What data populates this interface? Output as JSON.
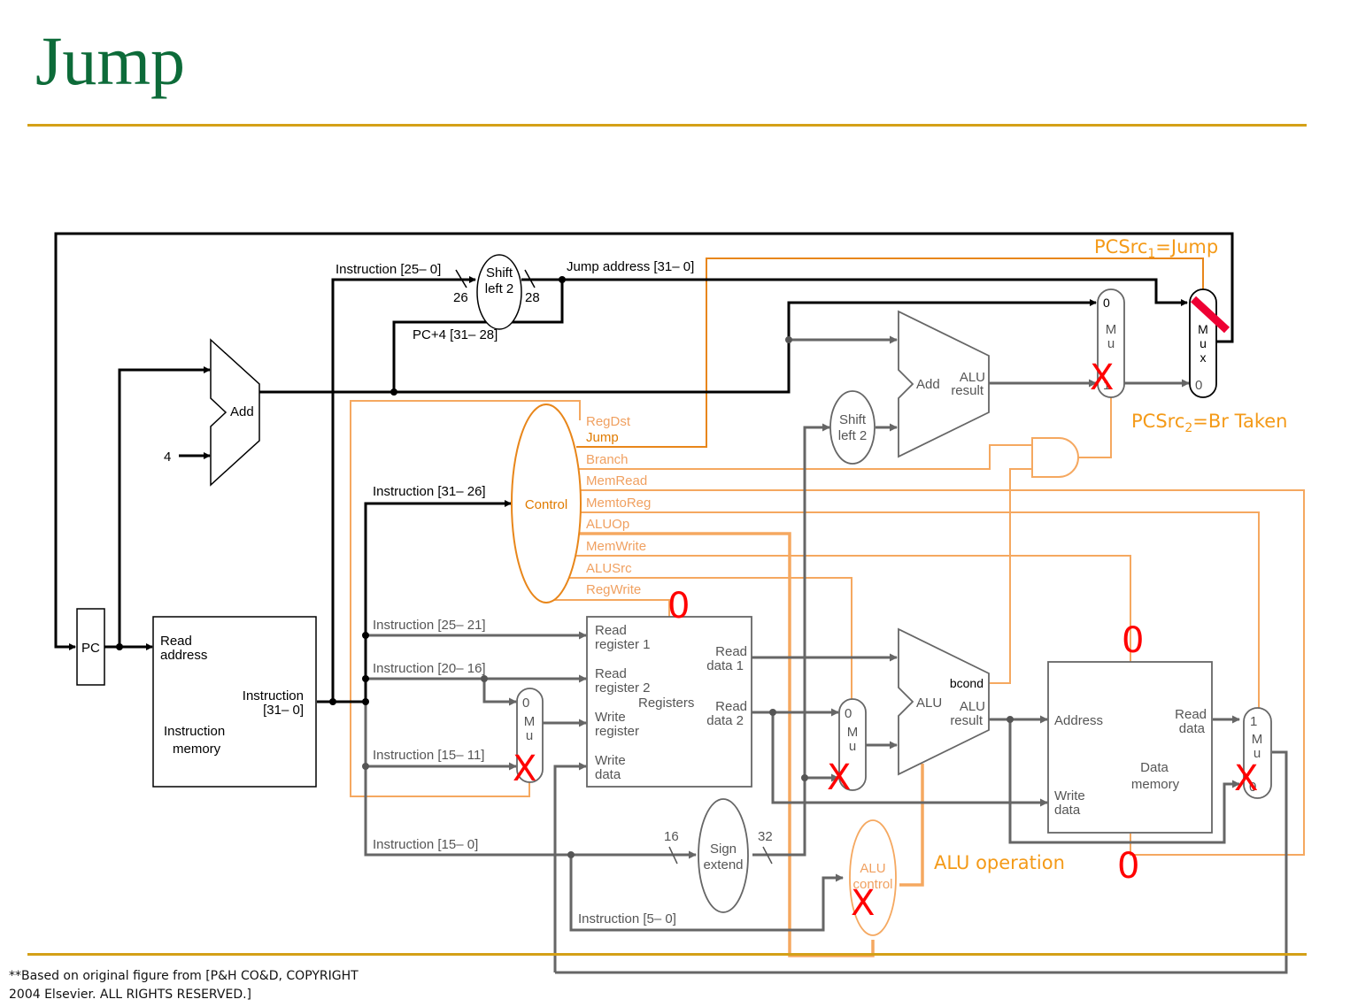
{
  "slide": {
    "title": "Jump",
    "footnote_line1": "**Based on original figure from [P&H CO&D, COPYRIGHT",
    "footnote_line2": "2004 Elsevier. ALL RIGHTS RESERVED.]"
  },
  "colors": {
    "title": "#0d6b39",
    "rule": "#d4a017",
    "active_path": "#000000",
    "inactive_path": "#666666",
    "control_signal": "#f5a860",
    "annotation": "#f49a18",
    "disabled_mark": "#ff0000",
    "jump_select_bar": "#ee0033"
  },
  "components": {
    "pc": "PC",
    "pc_adder": "Add",
    "constant_four": "4",
    "instr_mem": {
      "read_address_1": "Read",
      "read_address_2": "address",
      "instruction_out_1": "Instruction",
      "instruction_out_2": "[31– 0]",
      "name_1": "Instruction",
      "name_2": "memory"
    },
    "jump_shift": {
      "line1": "Shift",
      "line2": "left 2",
      "in_width": "26",
      "out_width": "28"
    },
    "control": "Control",
    "registers": {
      "read_reg1_a": "Read",
      "read_reg1_b": "register 1",
      "read_reg2_a": "Read",
      "read_reg2_b": "register 2",
      "write_reg_a": "Write",
      "write_reg_b": "register",
      "write_data_a": "Write",
      "write_data_b": "data",
      "read_data1_a": "Read",
      "read_data1_b": "data 1",
      "read_data2_a": "Read",
      "read_data2_b": "data 2",
      "name": "Registers"
    },
    "sign_extend": {
      "line1": "Sign",
      "line2": "extend",
      "in_width": "16",
      "out_width": "32"
    },
    "branch_shift": {
      "line1": "Shift",
      "line2": "left 2"
    },
    "branch_adder": {
      "name": "Add",
      "out_1": "ALU",
      "out_2": "result"
    },
    "alu": {
      "name": "ALU",
      "bcond": "bcond",
      "out_1": "ALU",
      "out_2": "result"
    },
    "alu_control": {
      "line1": "ALU",
      "line2": "control"
    },
    "data_mem": {
      "address": "Address",
      "write_data_a": "Write",
      "write_data_b": "data",
      "read_data_a": "Read",
      "read_data_b": "data",
      "name_1": "Data",
      "name_2": "memory"
    },
    "mux": {
      "m": "M",
      "u": "u",
      "x": "x",
      "zero": "0",
      "one": "1"
    }
  },
  "wire_labels": {
    "instr_25_0": "Instruction [25– 0]",
    "jump_address": "Jump address [31– 0]",
    "pc4_31_28": "PC+4 [31– 28]",
    "instr_31_26": "Instruction [31– 26]",
    "instr_25_21": "Instruction [25– 21]",
    "instr_20_16": "Instruction [20– 16]",
    "instr_15_11": "Instruction [15– 11]",
    "instr_15_0": "Instruction [15– 0]",
    "instr_5_0": "Instruction [5– 0]"
  },
  "control_signals": [
    "RegDst",
    "Jump",
    "Branch",
    "MemRead",
    "MemtoReg",
    "ALUOp",
    "MemWrite",
    "ALUSrc",
    "RegWrite"
  ],
  "annotations": {
    "pcsrc1_prefix": "PCSrc",
    "pcsrc1_sub": "1",
    "pcsrc1_suffix": "=Jump",
    "pcsrc2_prefix": "PCSrc",
    "pcsrc2_sub": "2",
    "pcsrc2_suffix": "=Br Taken",
    "alu_operation": "ALU operation"
  },
  "signal_values": {
    "regwrite": "0",
    "memwrite": "0",
    "memread": "0",
    "disabled_mark": "X"
  }
}
